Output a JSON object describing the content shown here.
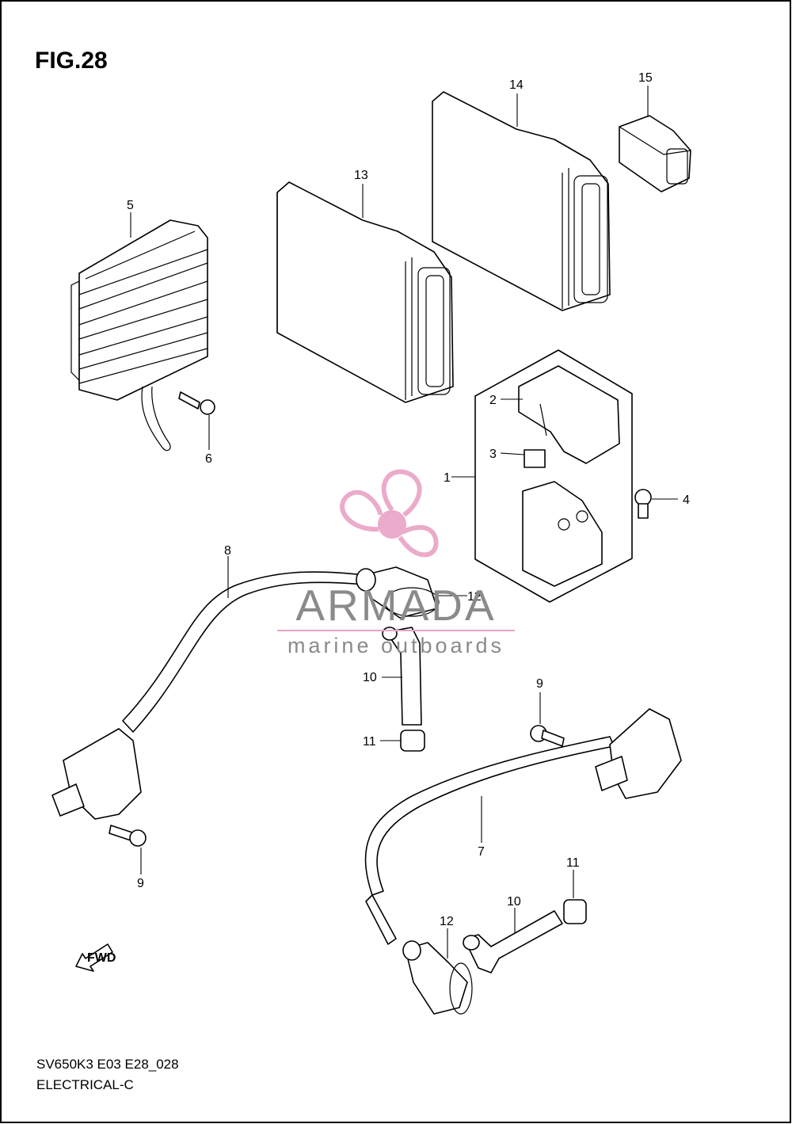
{
  "figure": {
    "title": "FIG.28"
  },
  "footer": {
    "code": "SV650K3 E03 E28_028",
    "name": "ELECTRICAL-C"
  },
  "watermark": {
    "brand": "ARMADA",
    "tagline": "marine outboards",
    "accent": "#e9a3c6",
    "text_color": "#8a8a8a"
  },
  "fwd_label": "FWD",
  "callouts": {
    "p1": "1",
    "p2": "2",
    "p3": "3",
    "p4": "4",
    "p5": "5",
    "p6": "6",
    "p7": "7",
    "p8": "8",
    "p9a": "9",
    "p9b": "9",
    "p10a": "10",
    "p10b": "10",
    "p11a": "11",
    "p11b": "11",
    "p12a": "12",
    "p12b": "12",
    "p13": "13",
    "p14": "14",
    "p15": "15"
  }
}
